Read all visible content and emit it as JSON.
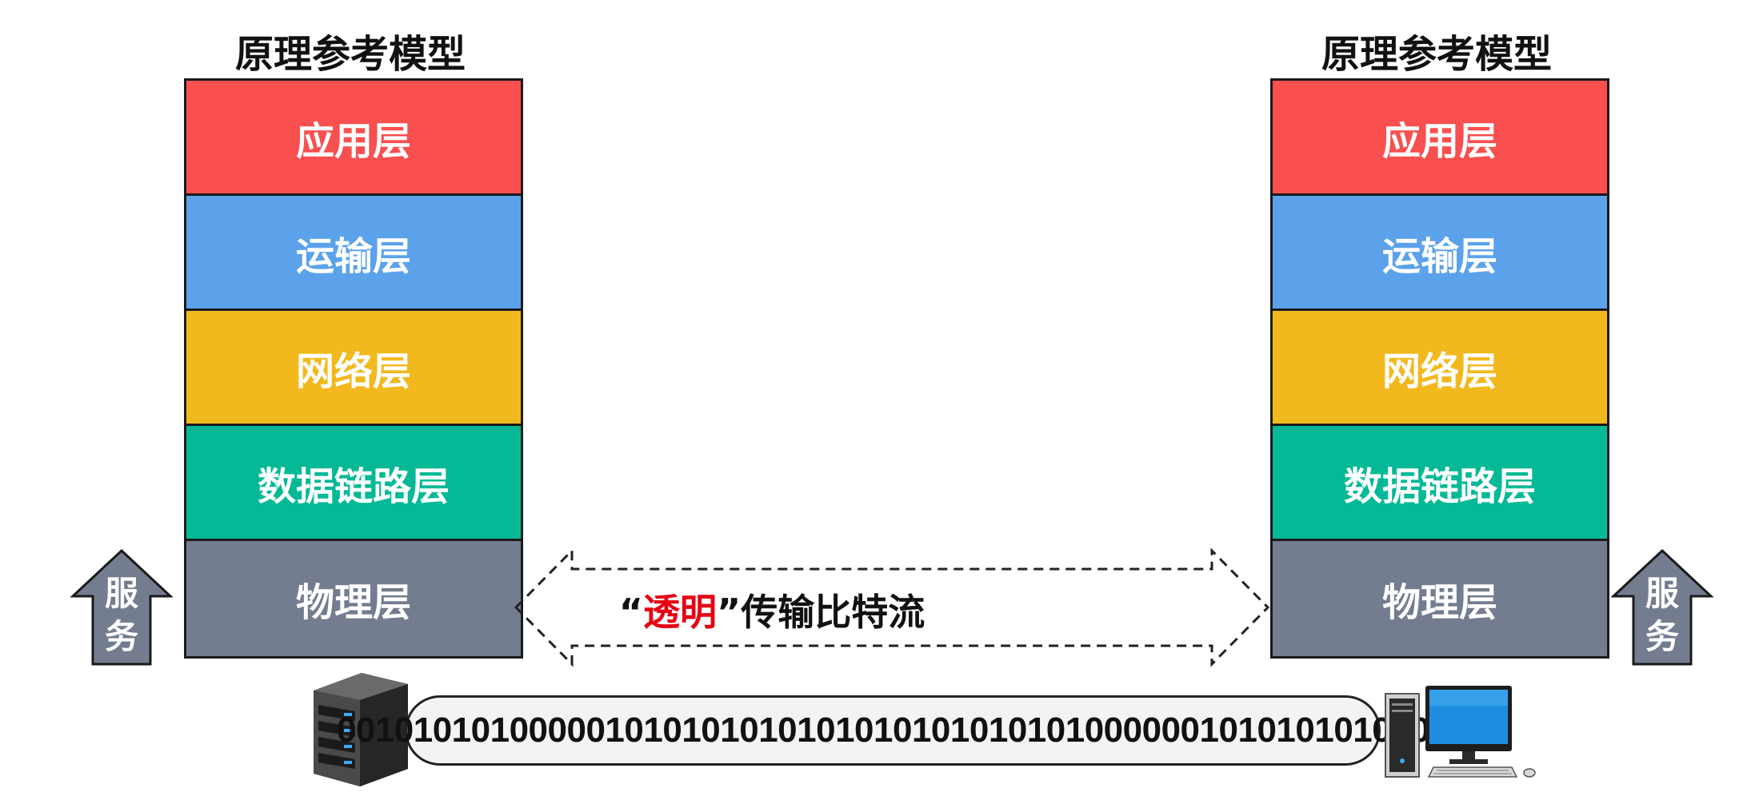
{
  "left_stack": {
    "title": "原理参考模型",
    "layers": [
      "应用层",
      "运输层",
      "网络层",
      "数据链路层",
      "物理层"
    ]
  },
  "right_stack": {
    "title": "原理参考模型",
    "layers": [
      "应用层",
      "运输层",
      "网络层",
      "数据链路层",
      "物理层"
    ]
  },
  "service_arrow": {
    "label_line1": "服",
    "label_line2": "务"
  },
  "transmission": {
    "quote_open": "“",
    "highlight": "透明",
    "quote_close": "”",
    "text": "传输比特流"
  },
  "bitstream": "0010101010000010101010101010101010101010000001010101010101",
  "icons": {
    "left": "server-icon",
    "right": "desktop-computer-icon"
  },
  "colors": {
    "application": "#f94f4f",
    "transport": "#5ba2ea",
    "network": "#f2b91e",
    "datalink": "#06b996",
    "physical": "#737d8f",
    "highlight": "#e60012"
  }
}
